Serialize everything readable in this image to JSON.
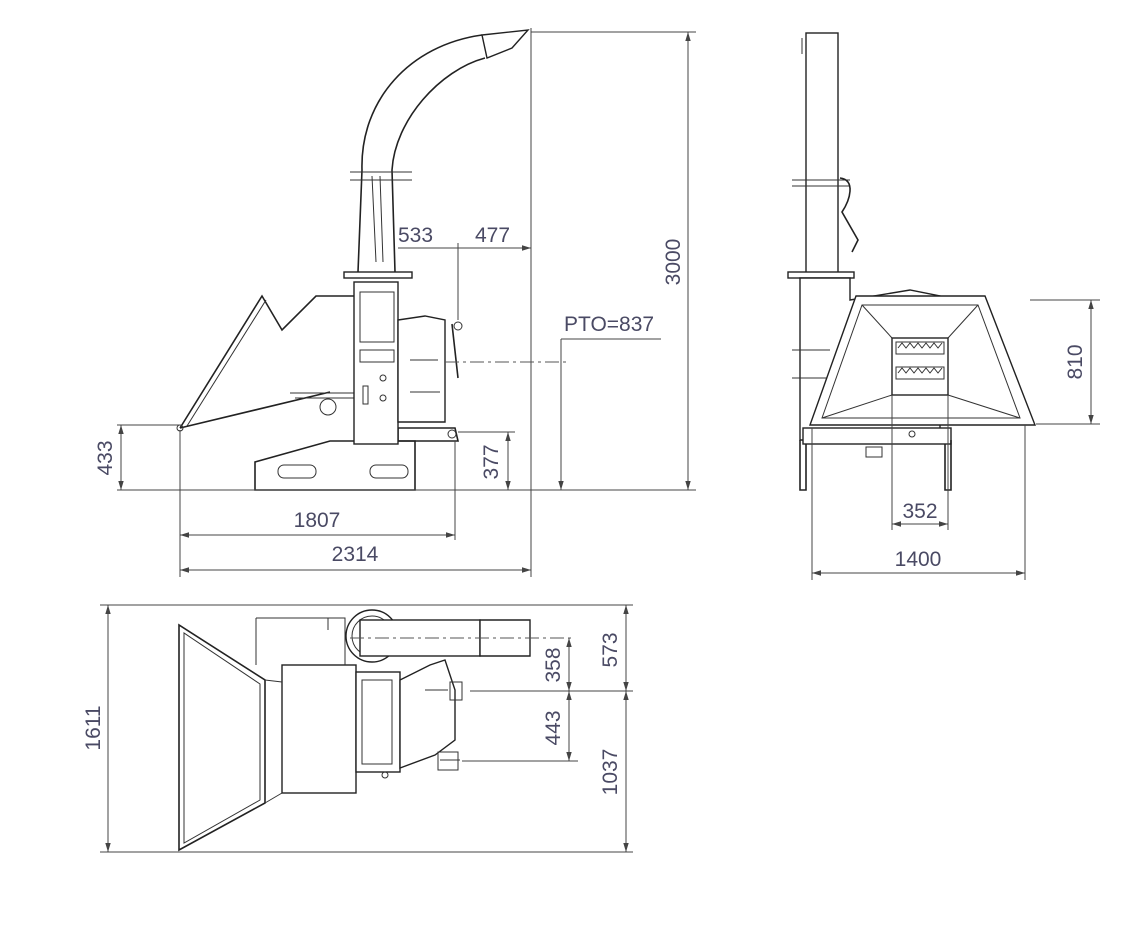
{
  "colors": {
    "line": "#222222",
    "dimension_text": "#4a4a64",
    "background": "#ffffff"
  },
  "side_view": {
    "dims": {
      "d533": "533",
      "d477": "477",
      "d3000": "3000",
      "pto": "PTO=837",
      "d433": "433",
      "d377": "377",
      "d1807": "1807",
      "d2314": "2314"
    }
  },
  "front_view": {
    "dims": {
      "d810": "810",
      "d352": "352",
      "d1400": "1400"
    }
  },
  "top_view": {
    "dims": {
      "d1611": "1611",
      "d358": "358",
      "d573": "573",
      "d443": "443",
      "d1037": "1037"
    }
  }
}
